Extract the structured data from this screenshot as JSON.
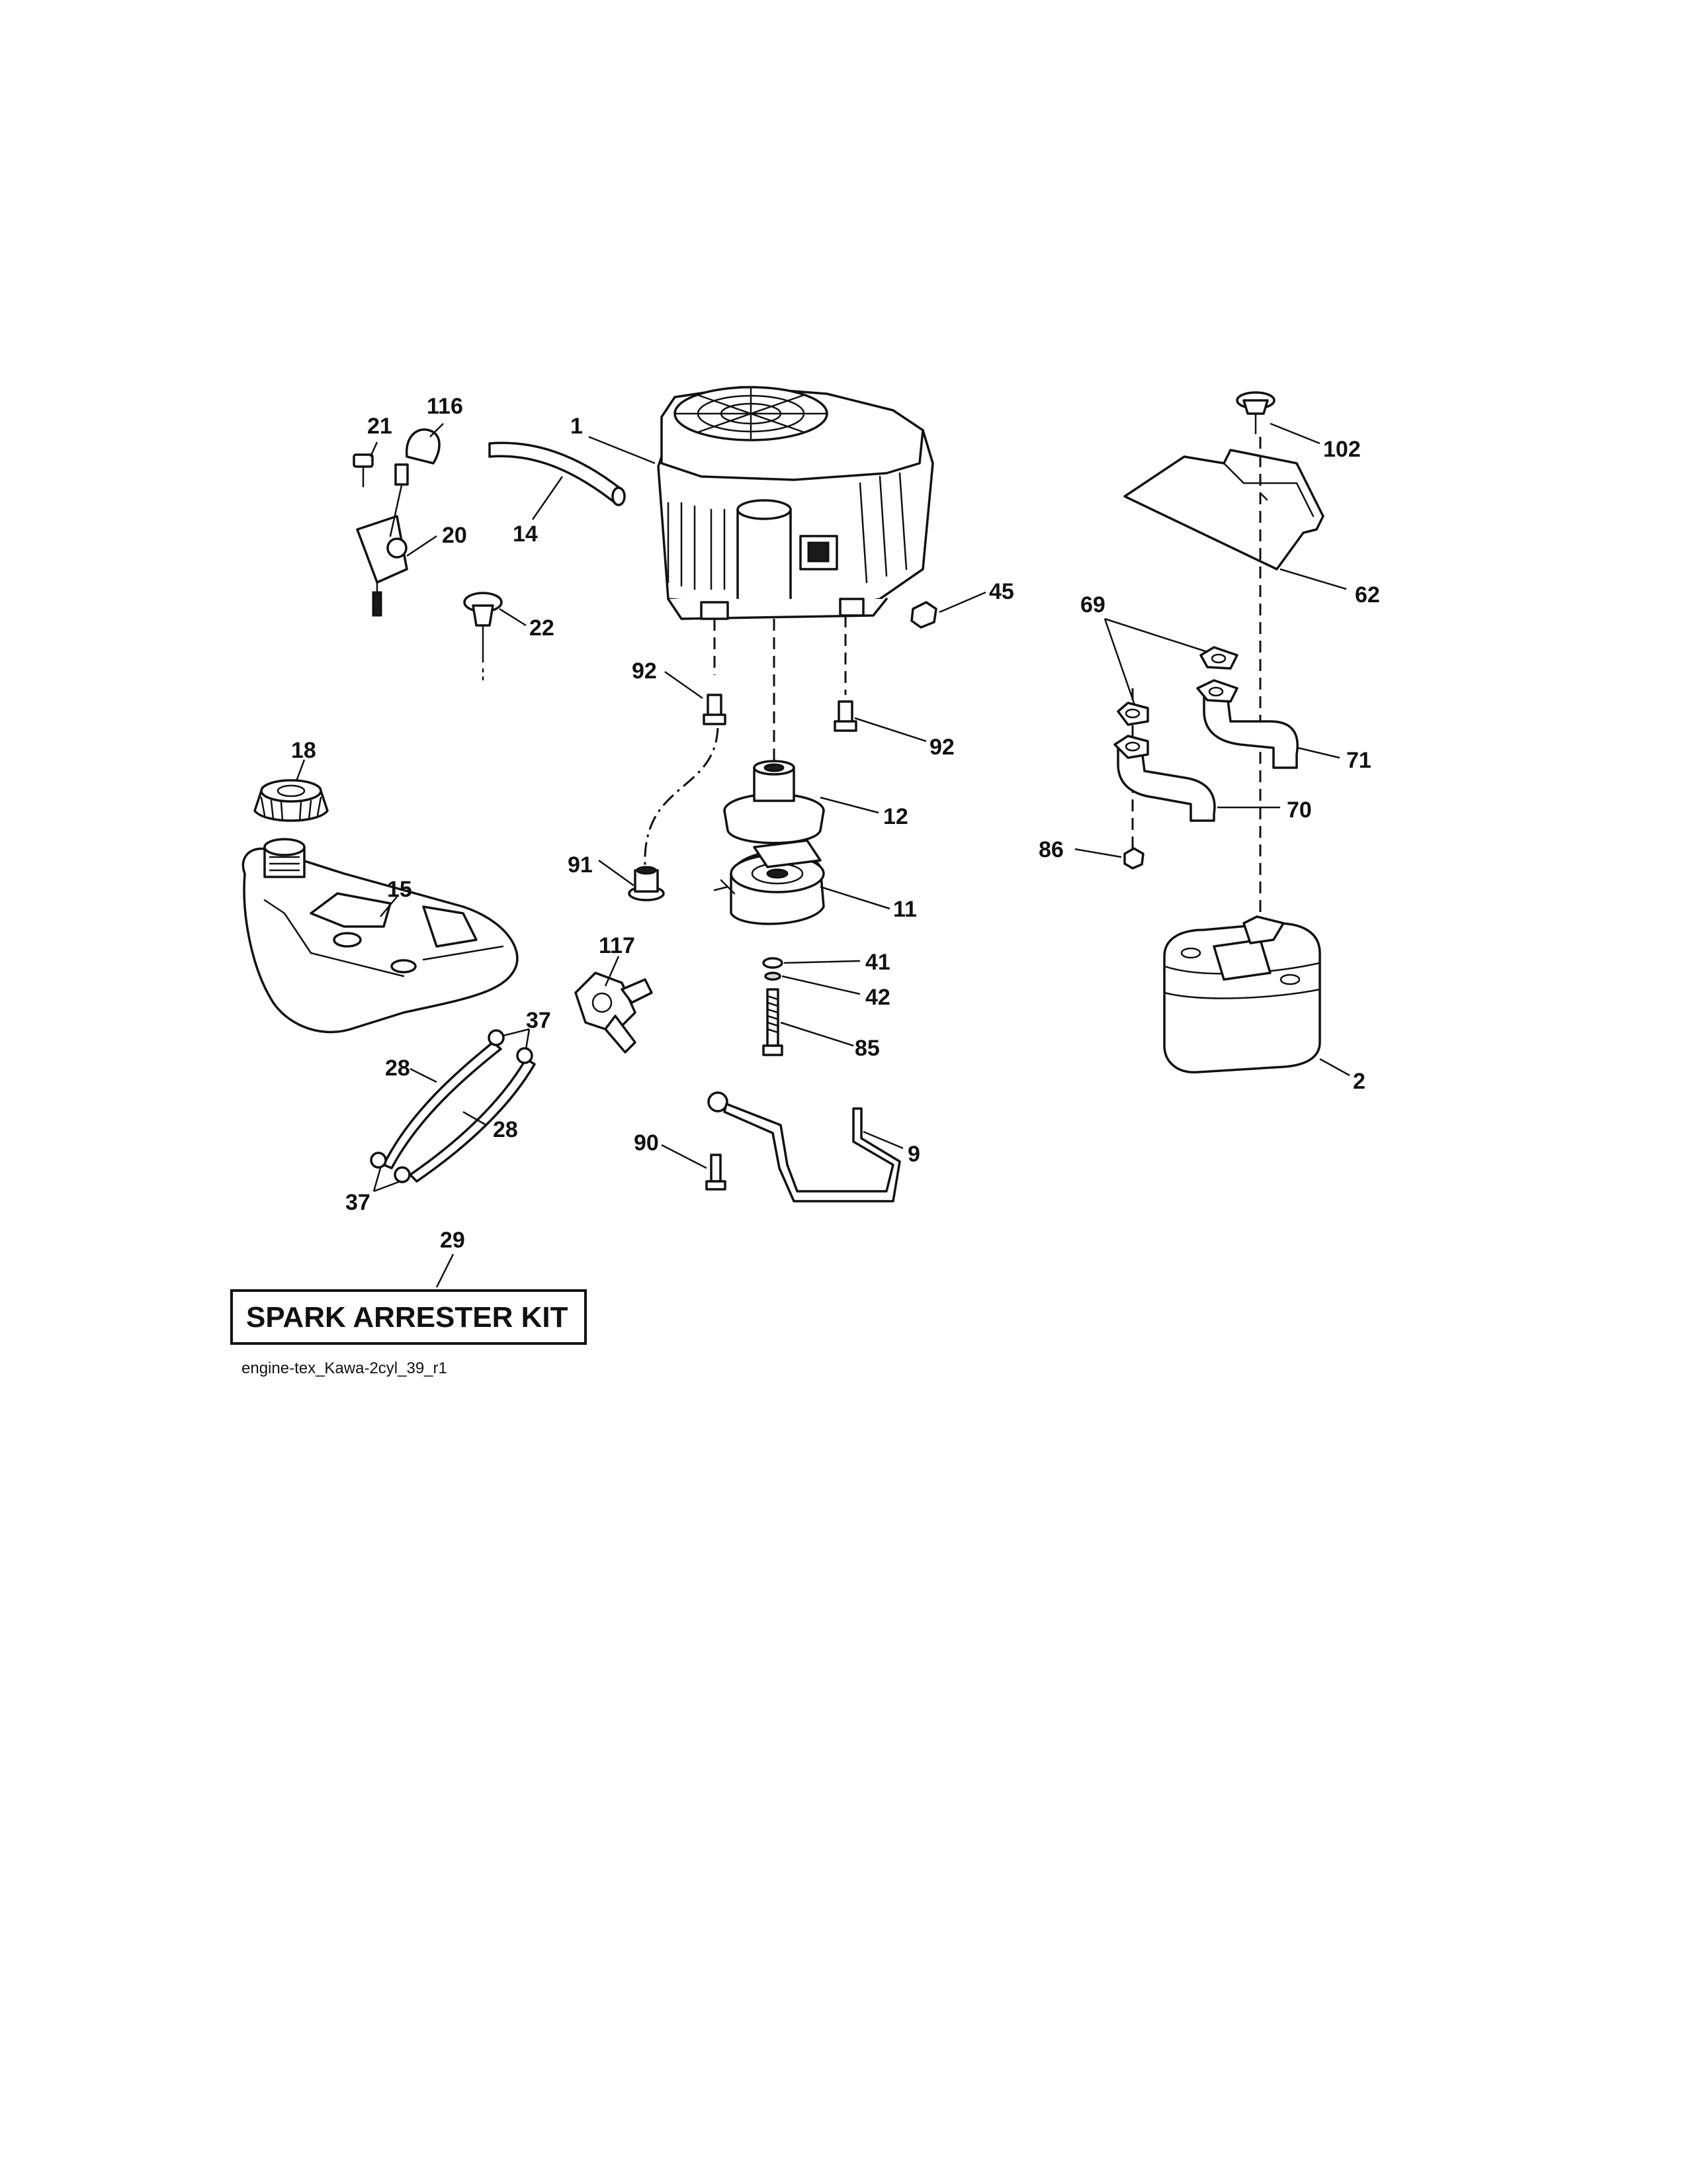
{
  "diagram": {
    "callouts": {
      "c1": "1",
      "c2": "2",
      "c9": "9",
      "c11": "11",
      "c12": "12",
      "c14": "14",
      "c15": "15",
      "c18": "18",
      "c20": "20",
      "c21": "21",
      "c22": "22",
      "c28a": "28",
      "c28b": "28",
      "c29": "29",
      "c37a": "37",
      "c37b": "37",
      "c41": "41",
      "c42": "42",
      "c45": "45",
      "c62": "62",
      "c69": "69",
      "c70": "70",
      "c71": "71",
      "c85": "85",
      "c86": "86",
      "c90": "90",
      "c91": "91",
      "c92a": "92",
      "c92b": "92",
      "c102": "102",
      "c116": "116",
      "c117": "117"
    },
    "kit_label": "SPARK ARRESTER KIT",
    "drawing_reference": "engine-tex_Kawa-2cyl_39_r1"
  }
}
